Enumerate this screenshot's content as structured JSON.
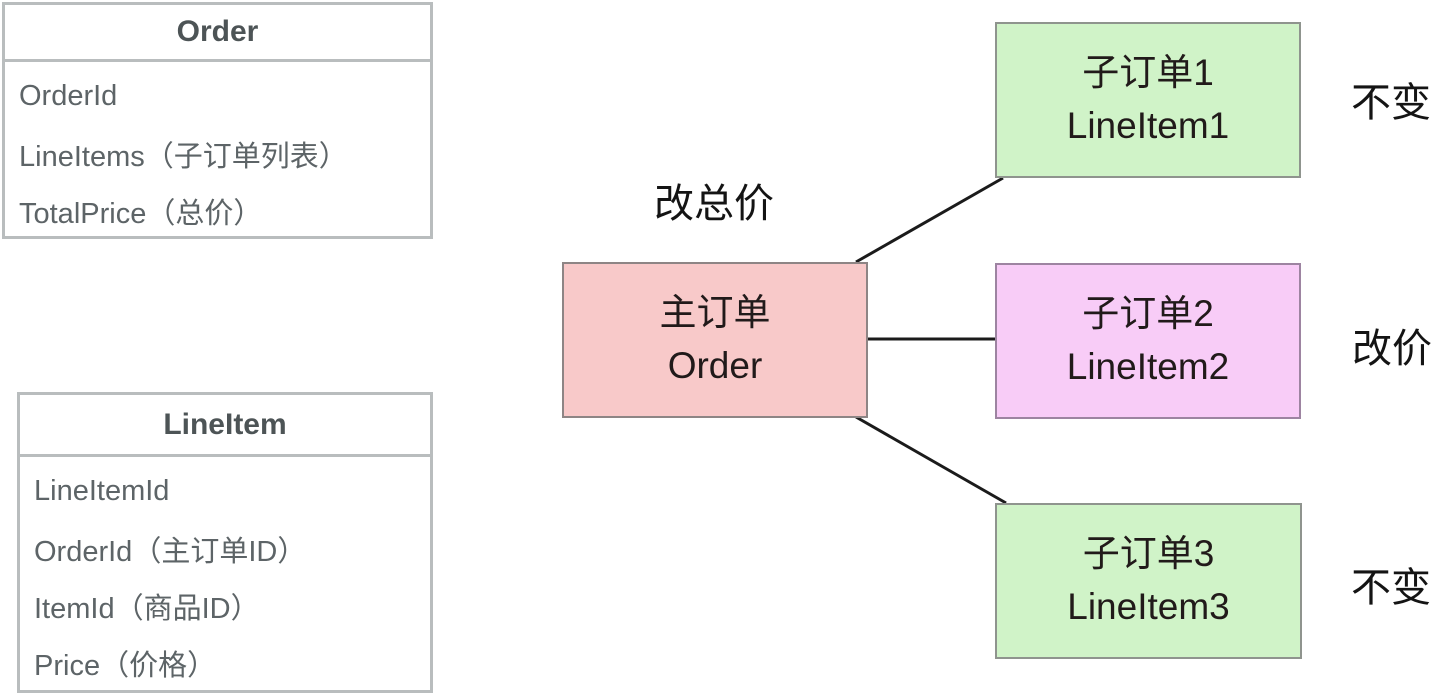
{
  "colors": {
    "background": "#ffffff",
    "table_border": "#b9bdbe",
    "table_header_text": "#4d5456",
    "table_row_text": "#5d6467",
    "main_node_fill": "#f8c9c9",
    "sub_node_green_fill": "#d0f3c8",
    "sub_node_purple_fill": "#f8ccf7",
    "node_text": "#211a1a",
    "connector_line": "#1b1b1b",
    "annotation_text": "#141414"
  },
  "tables": [
    {
      "title": "Order",
      "fields": [
        "OrderId",
        "LineItems（子订单列表）",
        "TotalPrice（总价）"
      ]
    },
    {
      "title": "LineItem",
      "fields": [
        "LineItemId",
        "OrderId（主订单ID）",
        "ItemId（商品ID）",
        "Price（价格）"
      ]
    }
  ],
  "edge_label": "改总价",
  "main_node": {
    "title": "主订单",
    "subtitle": "Order"
  },
  "sub_nodes": [
    {
      "title": "子订单1",
      "subtitle": "LineItem1",
      "fill": "green",
      "annotation": "不变"
    },
    {
      "title": "子订单2",
      "subtitle": "LineItem2",
      "fill": "purple",
      "annotation": "改价"
    },
    {
      "title": "子订单3",
      "subtitle": "LineItem3",
      "fill": "green",
      "annotation": "不变"
    }
  ]
}
